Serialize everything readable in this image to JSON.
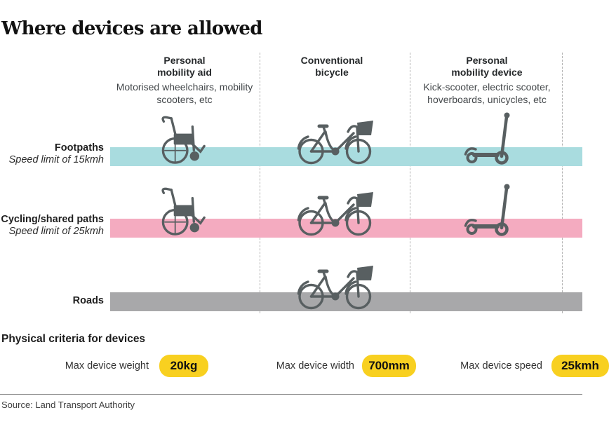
{
  "title": "Where devices are allowed",
  "columns": [
    {
      "title1": "Personal",
      "title2": "mobility aid",
      "desc": "Motorised wheelchairs, mobility scooters, etc"
    },
    {
      "title1": "Conventional",
      "title2": "bicycle",
      "desc": ""
    },
    {
      "title1": "Personal",
      "title2": "mobility device",
      "desc": "Kick-scooter, electric scooter, hoverboards, unicycles, etc"
    }
  ],
  "rows": [
    {
      "label": "Footpaths",
      "sublabel": "Speed limit of 15kmh",
      "band_color": "#a9dcdf",
      "devices": [
        "wheelchair",
        "bicycle",
        "kick-scooter"
      ]
    },
    {
      "label": "Cycling/shared paths",
      "sublabel": "Speed limit of 25kmh",
      "band_color": "#f4abc0",
      "devices": [
        "wheelchair",
        "bicycle",
        "kick-scooter"
      ]
    },
    {
      "label": "Roads",
      "sublabel": "",
      "band_color": "#a8a8aa",
      "devices": [
        "bicycle"
      ]
    }
  ],
  "criteria": {
    "heading": "Physical criteria for devices",
    "items": [
      {
        "label": "Max device weight",
        "value": "20kg"
      },
      {
        "label": "Max device width",
        "value": "700mm"
      },
      {
        "label": "Max device speed",
        "value": "25kmh"
      }
    ],
    "badge_color": "#f8d020"
  },
  "source": "Source: Land Transport Authority",
  "icons": {
    "wheelchair": "wheelchair-icon",
    "bicycle": "bicycle-icon",
    "scooter": "scooter-icon"
  }
}
